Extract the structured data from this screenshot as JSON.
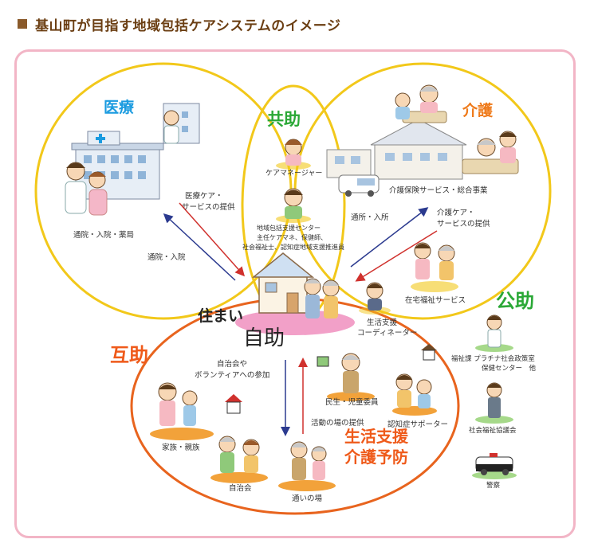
{
  "page": {
    "title": "基山町が目指す地域包括ケアシステムのイメージ"
  },
  "circles": {
    "iryo": "医療",
    "kyojo": "共助",
    "kaigo": "介護",
    "kojo": "公助",
    "gojo": "互助",
    "jijo": "自助",
    "sumai": "住まい",
    "seikatsu_line1": "生活支援",
    "seikatsu_line2": "介護予防"
  },
  "labels": {
    "tsuin": "通院・入院・薬局",
    "tsuin_nyuin": "通院・入院",
    "iryo_care_1": "医療ケア・",
    "iryo_care_2": "サービスの提供",
    "care_manager": "ケアマネージャー",
    "center_1": "地域包括支援センター",
    "center_2": "主任ケアマネ、保健師、",
    "center_3": "社会福祉士、認知症地域支援推進員",
    "kaigo_hoken": "介護保険サービス・総合事業",
    "tsusho": "通所・入所",
    "kaigo_care_1": "介護ケア・",
    "kaigo_care_2": "サービスの提供",
    "zaitaku": "在宅福祉サービス",
    "coordinator_1": "生活支援",
    "coordinator_2": "コーディネーター",
    "fukushi_ka": "福祉課 プラチナ社会政策室",
    "hoken_center": "保健センター　他",
    "shakyo": "社会福祉協議会",
    "keisatsu": "警察",
    "jichikai_1": "自治会や",
    "jichikai_2": "ボランティアへの参加",
    "katsudo": "活動の場の提供",
    "minsei": "民生・児童委員",
    "ninchisho": "認知症サポーター",
    "kazoku": "家族・親族",
    "jichikai": "自治会",
    "kayoi": "通いの場"
  },
  "colors": {
    "iryo": "#1a9be0",
    "kyojo": "#2aa836",
    "kaigo": "#ef7a1a",
    "kojo": "#2aa836",
    "gojo": "#ef5a1a",
    "seikatsu": "#ef5a1a",
    "yellow_ring": "#f2c81a",
    "orange_ring": "#e8641e",
    "blue_arrow": "#2b3a8f",
    "red_arrow": "#d0312d"
  }
}
